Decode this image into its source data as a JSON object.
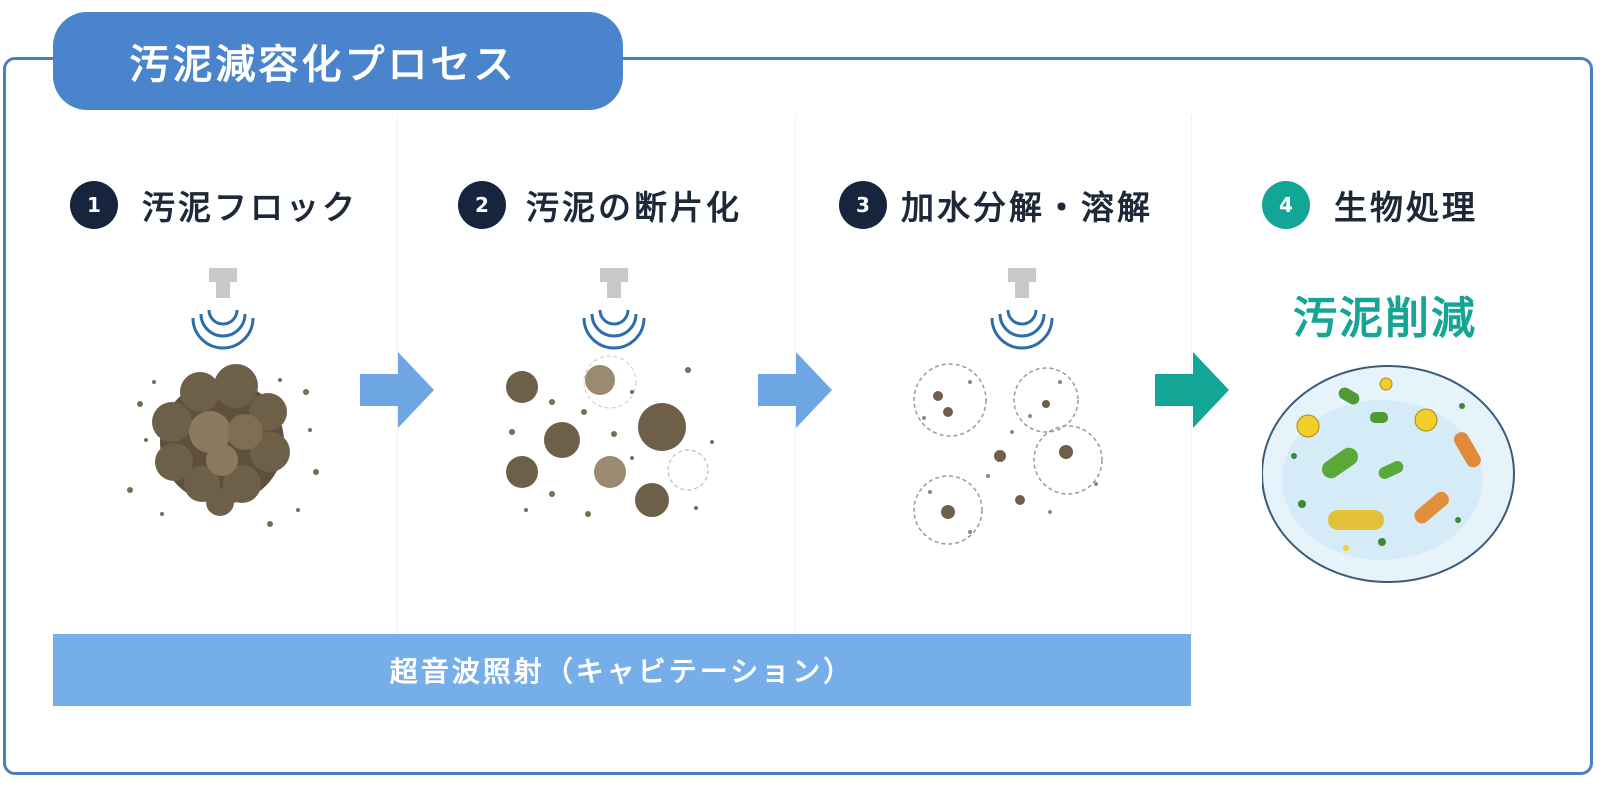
{
  "title": "汚泥減容化プロセス",
  "steps": [
    {
      "number": "1",
      "label": "汚泥フロック"
    },
    {
      "number": "2",
      "label": "汚泥の断片化"
    },
    {
      "number": "3",
      "label": "加水分解・溶解"
    },
    {
      "number": "4",
      "label": "生物処理"
    }
  ],
  "result_label": "汚泥削減",
  "bottom_bar_label": "超音波照射（キャビテーション）",
  "colors": {
    "frame": "#4a7fc1",
    "title_bg": "#4a84cc",
    "step_number_bg": "#16253d",
    "accent_teal": "#13a596",
    "arrow_blue": "#6ea6e4",
    "bar_blue": "#76aeea",
    "sludge_brown": "#6e5f49"
  },
  "icons": [
    "ultrasonic-transducer-icon",
    "sludge-floc-illustration",
    "fragmented-sludge-illustration",
    "dissolved-particles-illustration",
    "microbe-dish-illustration",
    "arrow-right-icon"
  ]
}
